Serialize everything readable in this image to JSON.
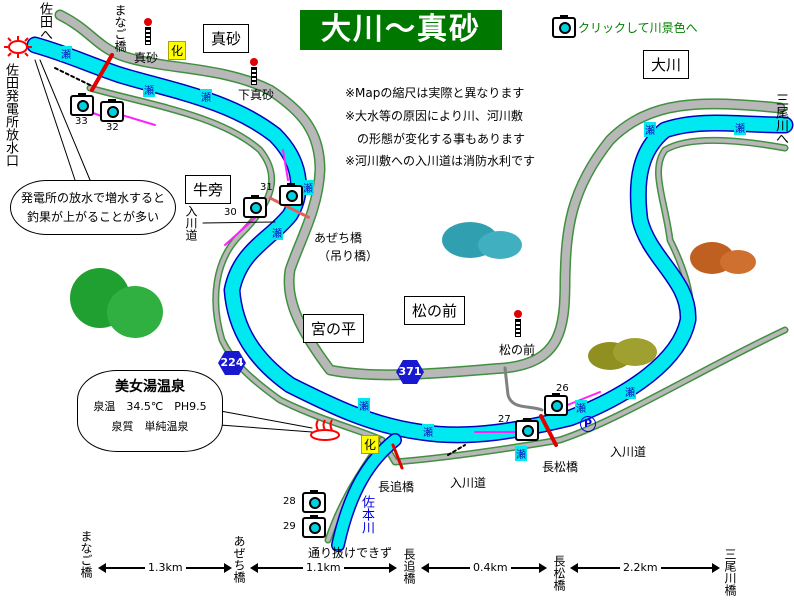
{
  "title": "大川〜真砂",
  "legend": {
    "icon": "camera-icon",
    "text": "クリックして川景色へ"
  },
  "areas": {
    "masago": "真砂",
    "ogawa": "大川",
    "gobo": "牛旁",
    "miyanohira": "宮の平",
    "matsunomae": "松の前"
  },
  "notes": [
    "※Mapの縮尺は実際と異なります",
    "※大水等の原因により川、河川敷",
    "の形態が変化する事もあります",
    "※河川敷への入川道は消防水利です"
  ],
  "places": {
    "sada": "佐田へ",
    "power_outlet": "佐田発電所放水口",
    "manago_bridge": "まなご橋",
    "mio": "三尾川へ",
    "sakamoto_river": "佐本川",
    "azechi_bridge": "あぜち橋",
    "azechi_sub": "（吊り橋）",
    "nagaoi_bridge": "長追橋",
    "nagamatsu_bridge": "長松橋",
    "irikawa": "入川道",
    "no_through": "通り抜けできず",
    "toilet": "化",
    "parking": "P",
    "rapid": "瀬"
  },
  "bus_stops": [
    "真砂",
    "下真砂",
    "松の前"
  ],
  "routes": [
    "224",
    "371"
  ],
  "callout": [
    "発電所の放水で増水すると",
    "釣果が上がることが多い"
  ],
  "onsen": {
    "name": "美女湯温泉",
    "temp": "泉温　34.5℃　PH9.5",
    "type": "泉質　単純温泉"
  },
  "cameras": [
    "33",
    "32",
    "31",
    "30",
    "26",
    "27",
    "28",
    "29"
  ],
  "distances": {
    "points": [
      "まなご橋",
      "あぜち橋",
      "長追橋",
      "長松橋",
      "三尾川橋"
    ],
    "segments": [
      "1.3km",
      "1.1km",
      "0.4km",
      "2.2km"
    ]
  },
  "colors": {
    "river": "#00e8f0",
    "road": "#b8b8b8",
    "road_edge": "#409040",
    "title_bg": "#007800",
    "arrow": "#ff20ff"
  }
}
